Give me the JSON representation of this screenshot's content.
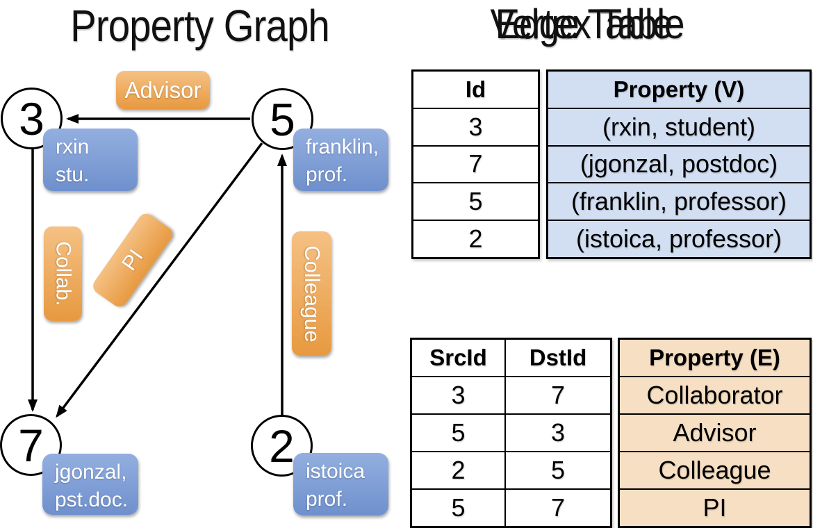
{
  "titles": {
    "graph": "Property Graph",
    "vertex_table": "Vertex Table",
    "edge_table": "Edge Table"
  },
  "graph": {
    "nodes": [
      {
        "id": "3",
        "line1": "rxin",
        "line2": "stu."
      },
      {
        "id": "5",
        "line1": "franklin,",
        "line2": "prof."
      },
      {
        "id": "7",
        "line1": "jgonzal,",
        "line2": "pst.doc."
      },
      {
        "id": "2",
        "line1": "istoica",
        "line2": "prof."
      }
    ],
    "edges": [
      {
        "from": "5",
        "to": "3",
        "label": "Advisor"
      },
      {
        "from": "3",
        "to": "7",
        "label": "Collab."
      },
      {
        "from": "5",
        "to": "7",
        "label": "PI"
      },
      {
        "from": "2",
        "to": "5",
        "label": "Colleague"
      }
    ]
  },
  "vertex_table": {
    "title": "Vertex Table",
    "columns": [
      "Id",
      "Property (V)"
    ],
    "rows": [
      {
        "id": "3",
        "property": "(rxin, student)"
      },
      {
        "id": "7",
        "property": "(jgonzal, postdoc)"
      },
      {
        "id": "5",
        "property": "(franklin, professor)"
      },
      {
        "id": "2",
        "property": "(istoica, professor)"
      }
    ]
  },
  "edge_table": {
    "title": "Edge Table",
    "columns": [
      "SrcId",
      "DstId",
      "Property (E)"
    ],
    "rows": [
      {
        "src": "3",
        "dst": "7",
        "property": "Collaborator"
      },
      {
        "src": "5",
        "dst": "3",
        "property": "Advisor"
      },
      {
        "src": "2",
        "dst": "5",
        "property": "Colleague"
      },
      {
        "src": "5",
        "dst": "7",
        "property": "PI"
      }
    ]
  },
  "colors": {
    "node_box_blue_top": "#93afe0",
    "node_box_blue_bottom": "#6f90cd",
    "edge_label_orange_top": "#f5c184",
    "edge_label_orange_bottom": "#e79940",
    "vertex_cell_bg": "#d2def1",
    "edge_cell_bg": "#f6dfc3",
    "line_color": "#000000"
  }
}
